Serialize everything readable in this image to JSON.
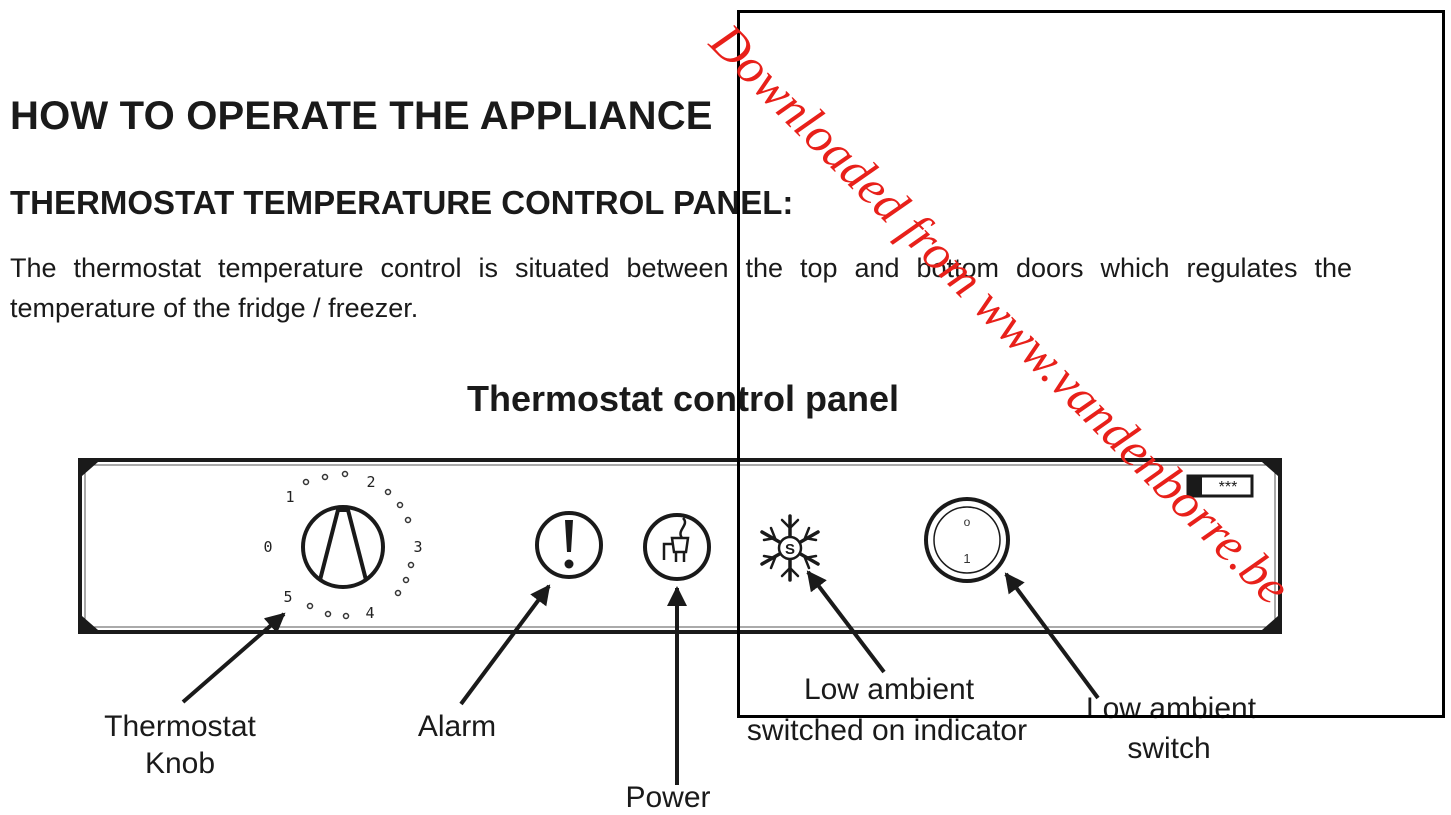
{
  "heading": "HOW TO OPERATE THE APPLIANCE",
  "subheading": "THERMOSTAT TEMPERATURE CONTROL PANEL:",
  "paragraph": "The thermostat temperature control is situated between the top and bottom doors which regulates the temperature of the fridge / freezer.",
  "figure": {
    "caption": "Thermostat control panel",
    "dial_marks": [
      "0",
      "1",
      "2",
      "3",
      "4",
      "5"
    ],
    "panel_badge": "***",
    "indicator_letter": "S",
    "switch_marks": [
      "o",
      "1"
    ],
    "labels": {
      "thermostat_knob": [
        "Thermostat",
        "Knob"
      ],
      "alarm": "Alarm",
      "power": "Power",
      "low_ambient_indicator": [
        "Low ambient",
        "switched on indicator"
      ],
      "low_ambient_switch": [
        "Low ambient",
        "switch"
      ]
    }
  },
  "watermark": {
    "text": "Downloaded from www.vandenborre.be",
    "color": "#e8201a"
  }
}
